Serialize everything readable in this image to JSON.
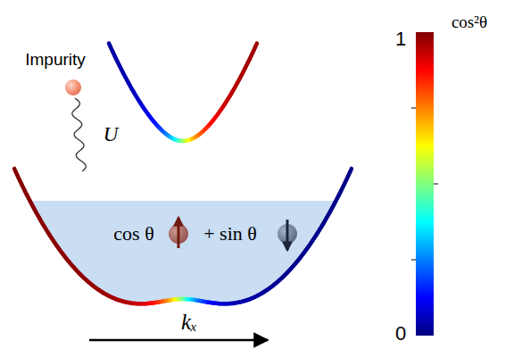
{
  "diagram": {
    "labels": [
      "Impurity",
      "U",
      "cos θ",
      "+ sin θ",
      "kₓ",
      "1",
      "0",
      "cos²θ"
    ]
  }
}
